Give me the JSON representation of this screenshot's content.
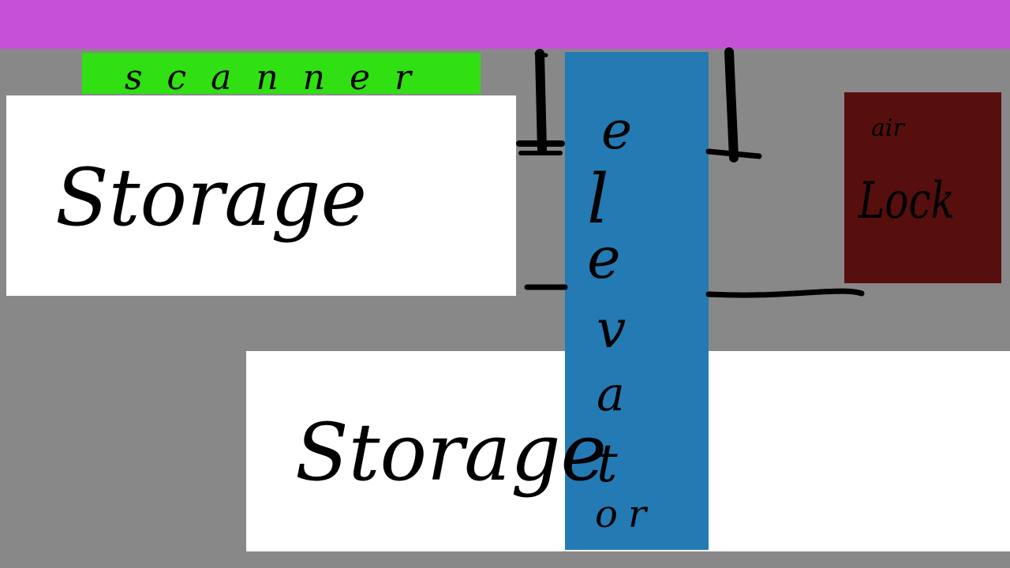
{
  "colors": {
    "background": "#888888",
    "top_bar": "#C552D6",
    "scanner": "#30E012",
    "storage": "#FFFFFF",
    "elevator": "#247AB3",
    "airlock": "#560F0D",
    "ink": "#000000"
  },
  "rooms": {
    "scanner": {
      "label": "scanner"
    },
    "storage_1": {
      "label": "Storage"
    },
    "storage_2": {
      "label": "Storage"
    },
    "elevator": {
      "label": "elevator",
      "letters": [
        "e",
        "l",
        "e",
        "v",
        "a",
        "t",
        "o",
        "r"
      ]
    },
    "airlock": {
      "label_line_1": "air",
      "label_line_2": "Lock"
    }
  }
}
